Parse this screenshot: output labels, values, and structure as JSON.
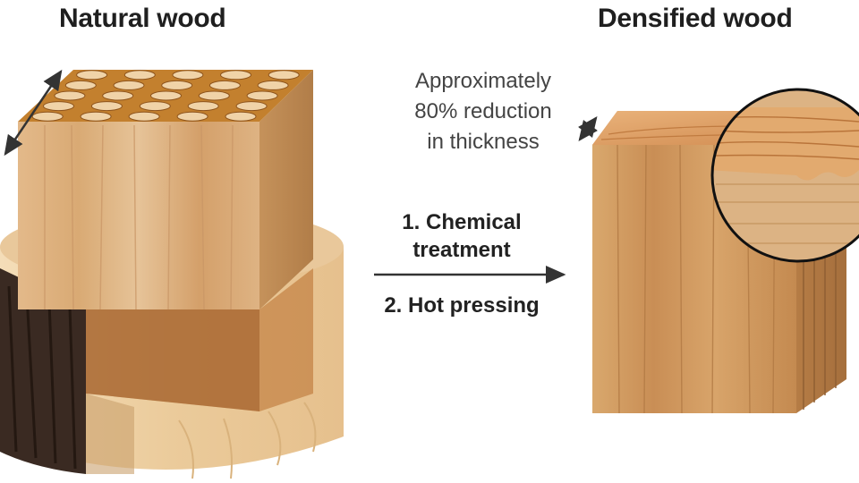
{
  "titles": {
    "left": "Natural wood",
    "right": "Densified wood"
  },
  "annotation": {
    "line1": "Approximately",
    "line2": "80% reduction",
    "line3": "in thickness"
  },
  "process": {
    "step1_line1": "1. Chemical",
    "step1_line2": "treatment",
    "step2": "2. Hot pressing"
  },
  "colors": {
    "title_text": "#1f1f1f",
    "note_text": "#444444",
    "wood_light": "#e7c08e",
    "wood_mid": "#c98e55",
    "wood_dark": "#3e2a20",
    "end_grain": "#c3802e"
  }
}
